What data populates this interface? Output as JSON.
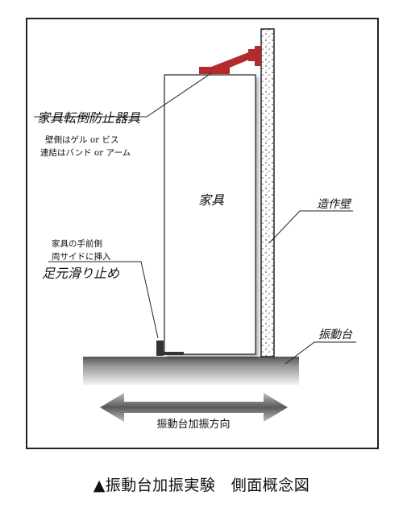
{
  "labels": {
    "anti_tip_device": "家具転倒防止器具",
    "wall_side_note": "壁側はゲル or ビス",
    "connect_note": "連結はバンド or アーム",
    "furniture": "家具",
    "structural_wall": "造作壁",
    "front_side_note": "家具の手前側",
    "both_sides_note": "両サイドに挿入",
    "foot_stopper": "足元滑り止め",
    "shake_table": "振動台",
    "excitation_direction": "振動台加振方向"
  },
  "caption": "▲振動台加振実験　側面概念図",
  "colors": {
    "device_red": "#b22a2a",
    "stopper": "#333333",
    "outline": "#222222"
  }
}
